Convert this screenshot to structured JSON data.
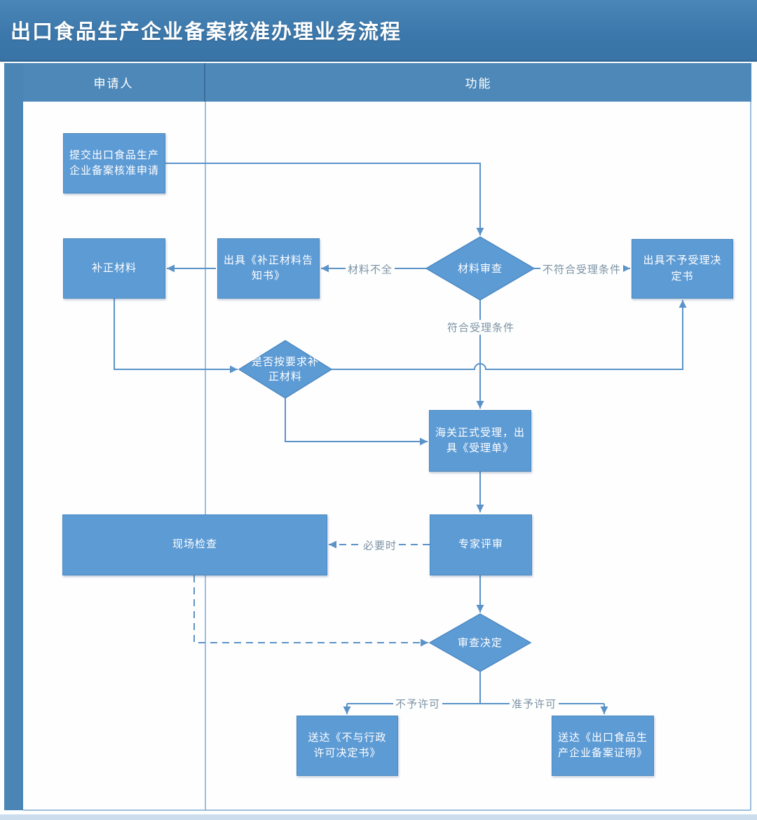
{
  "title": "出口食品生产企业备案核准办理业务流程",
  "lanes": {
    "applicant": "申请人",
    "function": "功能"
  },
  "nodes": {
    "submit": "提交出口食品生产企业备案核准申请",
    "supplement": "补正材料",
    "issue_notice": "出具《补正材料告知书》",
    "material_review": "材料审查",
    "issue_rejection": "出具不予受理决定书",
    "supplement_check": "是否按要求补正材料",
    "customs_accept": "海关正式受理，出具《受理单》",
    "onsite_inspection": "现场检查",
    "expert_review": "专家评审",
    "review_decision": "审查决定",
    "deliver_rejection": "送达《不与行政许可决定书》",
    "deliver_certificate": "送达《出口食品生产企业备案证明》"
  },
  "edge_labels": {
    "incomplete": "材料不全",
    "not_meet": "不符合受理条件",
    "meet": "符合受理条件",
    "when_necessary": "必要时",
    "deny": "不予许可",
    "grant": "准予许可"
  },
  "colors": {
    "title_bar": "#3b77aa",
    "lane_header": "#4d88b9",
    "shape_fill": "#5d9bd5",
    "connector": "#5b93c8",
    "label_text": "#7d92a4"
  }
}
